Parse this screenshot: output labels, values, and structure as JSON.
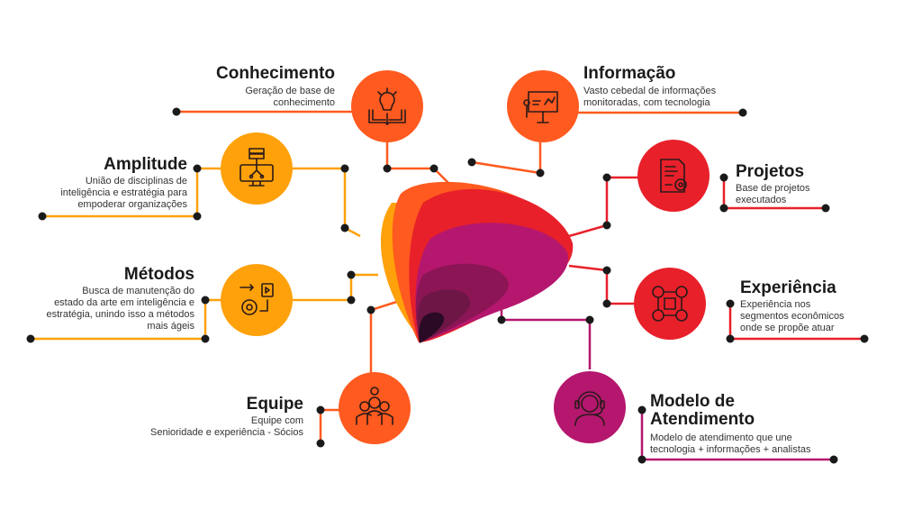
{
  "palette": {
    "orange": "#FF5A1F",
    "amber": "#FFA10A",
    "red": "#E8202A",
    "magenta": "#B5176E",
    "plum": "#6E1747",
    "dark": "#2A0A24",
    "dot": "#1a1a1a"
  },
  "nodes": {
    "conhecimento": {
      "icon": "book-lightbulb-icon",
      "title": "Conhecimento",
      "desc": [
        "Geração de base de",
        "conhecimento"
      ]
    },
    "informacao": {
      "icon": "presentation-board-icon",
      "title": "Informação",
      "desc": [
        "Vasto cebedal de informações",
        "monitoradas, com tecnologia"
      ]
    },
    "amplitude": {
      "icon": "monitor-network-icon",
      "title": "Amplitude",
      "desc": [
        "União de disciplinas de",
        "inteligência e estratégia para",
        "empoderar organizações"
      ]
    },
    "projetos": {
      "icon": "document-gear-icon",
      "title": "Projetos",
      "desc": [
        "Base de projetos",
        "executados"
      ]
    },
    "metodos": {
      "icon": "gear-flag-icon",
      "title": "Métodos",
      "desc": [
        "Busca de manutenção do",
        "estado da arte em inteligência e",
        "estratégia, unindo isso a métodos",
        "mais ágeis"
      ]
    },
    "experiencia": {
      "icon": "segments-grid-icon",
      "title": "Experiência",
      "desc": [
        "Experiência nos",
        "segmentos econômicos",
        "onde se propõe atuar"
      ]
    },
    "equipe": {
      "icon": "team-gear-icon",
      "title": "Equipe",
      "desc": [
        "Equipe com",
        "Senioridade e experiência - Sócios"
      ]
    },
    "modelo": {
      "icon": "headset-agent-icon",
      "title": [
        "Modelo de",
        "Atendimento"
      ],
      "desc": [
        "Modelo de atendimento que une",
        "tecnologia + informações + analistas"
      ]
    }
  }
}
